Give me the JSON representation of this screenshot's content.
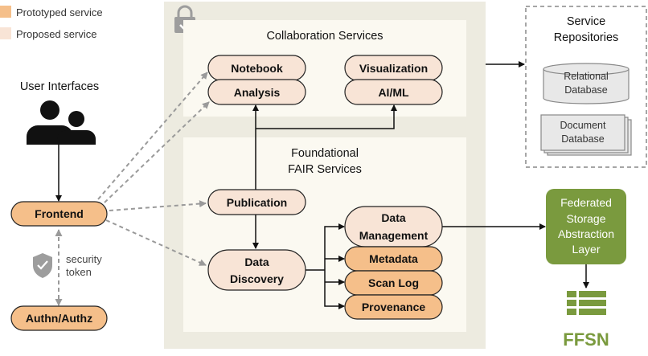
{
  "legend": {
    "prototyped": "Prototyped service",
    "proposed": "Proposed service"
  },
  "user_interfaces": "User Interfaces",
  "collaboration": {
    "title": "Collaboration Services",
    "notebook": "Notebook",
    "analysis": "Analysis",
    "visualization": "Visualization",
    "aiml": "AI/ML"
  },
  "foundational": {
    "title_line1": "Foundational",
    "title_line2": "FAIR Services",
    "publication": "Publication",
    "data_discovery_line1": "Data",
    "data_discovery_line2": "Discovery",
    "data_management_line1": "Data",
    "data_management_line2": "Management",
    "metadata": "Metadata",
    "scan_log": "Scan Log",
    "provenance": "Provenance"
  },
  "frontend": "Frontend",
  "security_line1": "security",
  "security_line2": "token",
  "authn": "Authn/Authz",
  "repositories": {
    "title_line1": "Service",
    "title_line2": "Repositories",
    "relational_line1": "Relational",
    "relational_line2": "Database",
    "document_line1": "Document",
    "document_line2": "Database"
  },
  "federated": {
    "line1": "Federated",
    "line2": "Storage",
    "line3": "Abstraction",
    "line4": "Layer"
  },
  "ffsn": "FFSN",
  "colors": {
    "prototyped": "#f5bf8a",
    "proposed": "#f8e4d6",
    "panel": "#edebe0",
    "inner_panel": "#fbf9f1",
    "green": "#7a9a3e"
  }
}
